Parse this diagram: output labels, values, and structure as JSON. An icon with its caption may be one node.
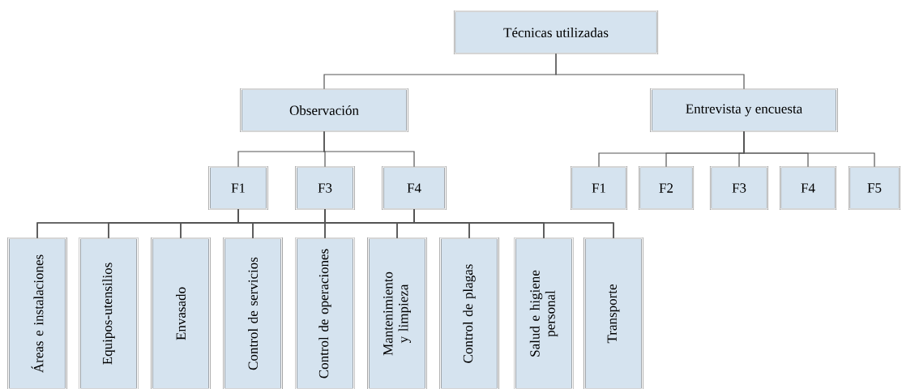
{
  "diagram": {
    "nodes": [
      {
        "text": [
          "Técnicas utilizadas"
        ]
      },
      {
        "text": [
          "Observación"
        ]
      },
      {
        "text": [
          "Entrevista y encuesta"
        ]
      },
      {
        "text": [
          "F1"
        ]
      },
      {
        "text": [
          "F3"
        ]
      },
      {
        "text": [
          "F4"
        ]
      },
      {
        "text": [
          "F1"
        ]
      },
      {
        "text": [
          "F2"
        ]
      },
      {
        "text": [
          "F3"
        ]
      },
      {
        "text": [
          "F4"
        ]
      },
      {
        "text": [
          "F5"
        ]
      },
      {
        "text": [
          "Áreas e instalaciones"
        ]
      },
      {
        "text": [
          "Equipos-utensilios"
        ]
      },
      {
        "text": [
          "Envasado"
        ]
      },
      {
        "text": [
          "Control de servicios"
        ]
      },
      {
        "text": [
          "Control de operaciones"
        ]
      },
      {
        "text": [
          "Mantenimiento y limpieza"
        ]
      },
      {
        "text": [
          "Control de plagas"
        ]
      },
      {
        "text": [
          "Salud e higiene personal"
        ]
      },
      {
        "text": [
          "Transporte"
        ]
      }
    ],
    "edges": [
      {
        "from": 0,
        "to": 1,
        "arrow": "none"
      },
      {
        "from": 0,
        "to": 2,
        "arrow": "none"
      },
      {
        "from": 1,
        "to": 3,
        "arrow": "none"
      },
      {
        "from": 1,
        "to": 4,
        "arrow": "none"
      },
      {
        "from": 1,
        "to": 5,
        "arrow": "none"
      },
      {
        "from": 2,
        "to": 6,
        "arrow": "none"
      },
      {
        "from": 2,
        "to": 7,
        "arrow": "none"
      },
      {
        "from": 2,
        "to": 8,
        "arrow": "none"
      },
      {
        "from": 2,
        "to": 9,
        "arrow": "none"
      },
      {
        "from": 2,
        "to": 10,
        "arrow": "none"
      },
      {
        "from": 3,
        "to": 11,
        "arrow": "none"
      },
      {
        "from": 3,
        "to": 12,
        "arrow": "none"
      },
      {
        "from": 3,
        "to": 13,
        "arrow": "none"
      },
      {
        "from": 3,
        "to": 14,
        "arrow": "none"
      },
      {
        "from": 3,
        "to": 15,
        "arrow": "none"
      },
      {
        "from": 3,
        "to": 16,
        "arrow": "none"
      },
      {
        "from": 3,
        "to": 17,
        "arrow": "none"
      },
      {
        "from": 3,
        "to": 18,
        "arrow": "none"
      },
      {
        "from": 3,
        "to": 19,
        "arrow": "none"
      },
      {
        "from": 4,
        "to": 11,
        "arrow": "none"
      },
      {
        "from": 4,
        "to": 12,
        "arrow": "none"
      },
      {
        "from": 4,
        "to": 13,
        "arrow": "none"
      },
      {
        "from": 4,
        "to": 14,
        "arrow": "none"
      },
      {
        "from": 4,
        "to": 15,
        "arrow": "none"
      },
      {
        "from": 4,
        "to": 16,
        "arrow": "none"
      },
      {
        "from": 4,
        "to": 17,
        "arrow": "none"
      },
      {
        "from": 4,
        "to": 18,
        "arrow": "none"
      },
      {
        "from": 4,
        "to": 19,
        "arrow": "none"
      },
      {
        "from": 5,
        "to": 11,
        "arrow": "none"
      },
      {
        "from": 5,
        "to": 12,
        "arrow": "none"
      },
      {
        "from": 5,
        "to": 13,
        "arrow": "none"
      },
      {
        "from": 5,
        "to": 14,
        "arrow": "none"
      },
      {
        "from": 5,
        "to": 15,
        "arrow": "none"
      },
      {
        "from": 5,
        "to": 16,
        "arrow": "none"
      },
      {
        "from": 5,
        "to": 17,
        "arrow": "none"
      },
      {
        "from": 5,
        "to": 18,
        "arrow": "none"
      },
      {
        "from": 5,
        "to": 19,
        "arrow": "none"
      }
    ]
  }
}
